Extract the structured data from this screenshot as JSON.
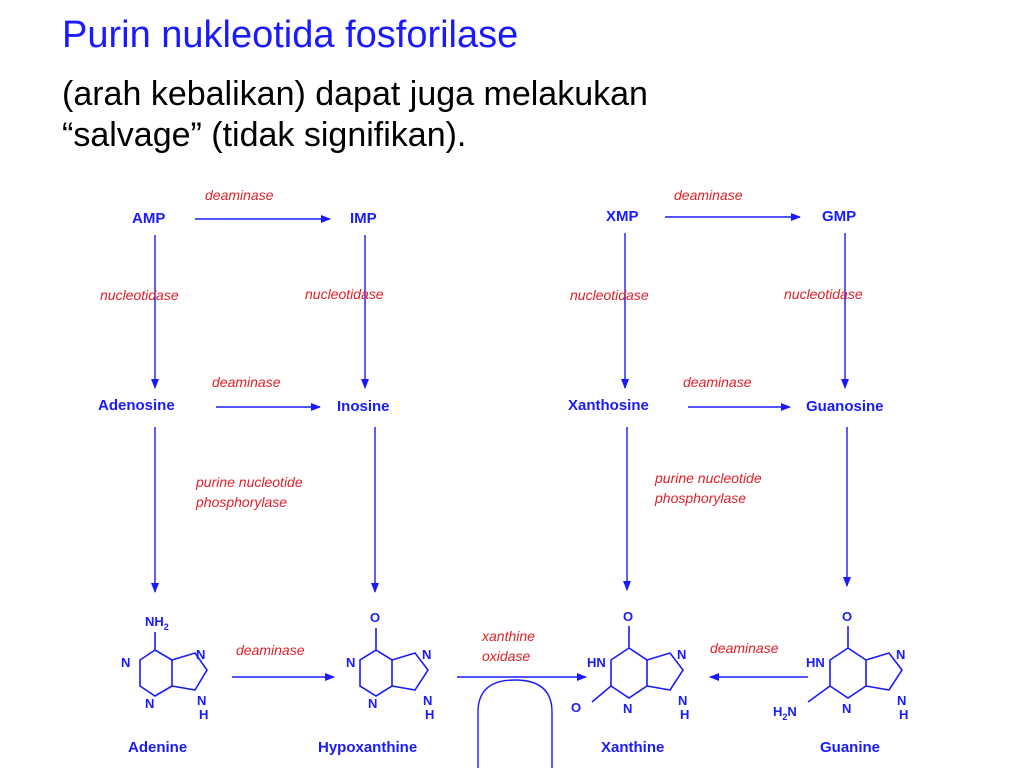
{
  "slide": {
    "title": "Purin nukleotida fosforilase",
    "subtitle_line1": "(arah kebalikan) dapat juga melakukan",
    "subtitle_line2": "“salvage” (tidak signifikan)."
  },
  "diagram": {
    "nodes": {
      "amp": "AMP",
      "imp": "IMP",
      "xmp": "XMP",
      "gmp": "GMP",
      "adenosine": "Adenosine",
      "inosine": "Inosine",
      "xanthosine": "Xanthosine",
      "guanosine": "Guanosine",
      "adenine": "Adenine",
      "hypoxanthine": "Hypoxanthine",
      "xanthine": "Xanthine",
      "guanine": "Guanine"
    },
    "enzymes": {
      "deaminase": "deaminase",
      "nucleotidase": "nucleotidase",
      "pnp_line1": "purine nucleotide",
      "pnp_line2": "phosphorylase",
      "xo_line1": "xanthine",
      "xo_line2": "oxidase"
    },
    "atoms": {
      "N": "N",
      "H": "H",
      "O": "O",
      "HN": "HN",
      "NH2": "NH",
      "H2N": "H",
      "sub2": "2"
    }
  },
  "colors": {
    "title": "#1a1aff",
    "structure": "#1a1aff",
    "enzyme": "#e0202a"
  }
}
